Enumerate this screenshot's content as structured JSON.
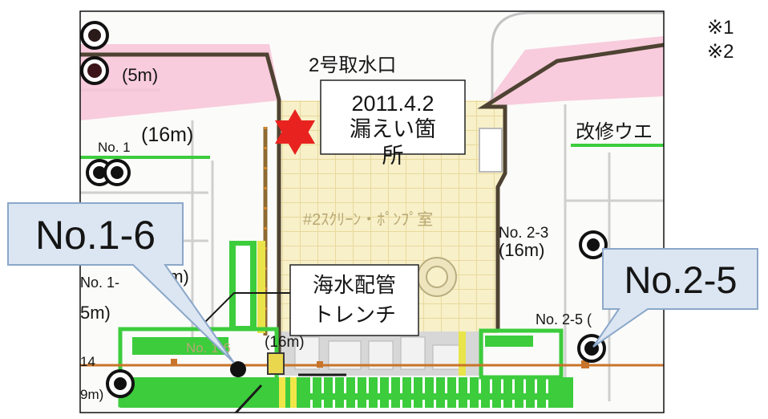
{
  "map": {
    "intake_label": "2号取水口",
    "leak_point": {
      "line1": "2011.4.2",
      "line2": "漏えい箇",
      "line3": "所"
    },
    "trench_label": {
      "line1": "海水配管",
      "line2": "トレンチ"
    },
    "labels": {
      "depth_5m_top": "(5m)",
      "well_no1": "No. 1",
      "depth_16m_no1": "(16m)",
      "renovation_well": "改修ウエ",
      "screen_pump_room": "#2ｽｸﾘｰﾝ・ﾎﾟﾝﾌﾟ室",
      "well_no2_3": "No. 2-3",
      "depth_16m_no2_3": "(16m)",
      "well_no1_partial": "No. 1-",
      "depth_5m_mid": "5m)",
      "depth_5m_left": "5m)",
      "well_no2_5": "No. 2-5 (",
      "well_no1_6": "No. 1-6",
      "depth_16m_trench": "(16m)",
      "well_14": "14",
      "depth_9m": "9m)"
    }
  },
  "callouts": {
    "no1_6": "No.1-6",
    "no2_5": "No.2-5"
  },
  "notes": {
    "note1": "※1",
    "note2": "※2"
  },
  "colors": {
    "pink_zone": "#f7c3d6",
    "intake_area": "#f7f0c9",
    "green_line": "#3ccc3c",
    "boundary_line": "#4e4232",
    "pipe": "#c8742a",
    "leak_star": "#e8231f",
    "callout_fill": "#dce6f2",
    "callout_border": "#8ba7c9"
  }
}
